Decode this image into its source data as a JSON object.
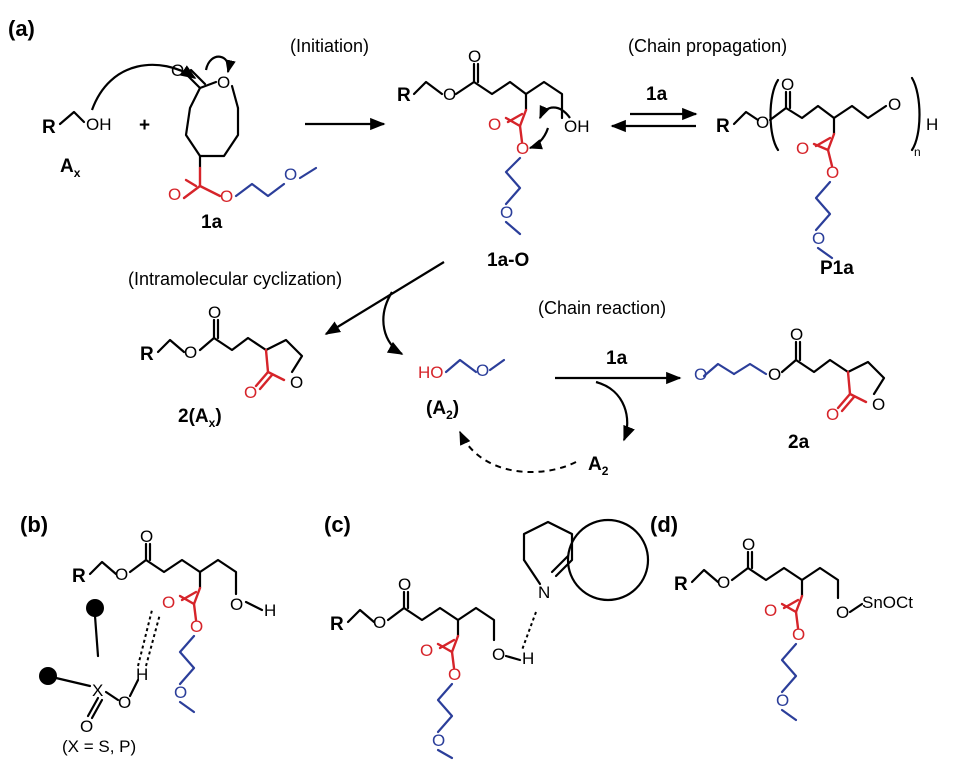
{
  "panels": {
    "a": "(a)",
    "b": "(b)",
    "c": "(c)",
    "d": "(d)"
  },
  "stages": {
    "initiation": "(Initiation)",
    "propagation": "(Chain propagation)",
    "cyclization": "(Intramolecular cyclization)",
    "chain_reaction": "(Chain reaction)"
  },
  "compounds": {
    "initiator": "A",
    "initiator_sub": "x",
    "monomer": "1a",
    "open": "1a-O",
    "polymer": "P1a",
    "cyclic_lactone": "2(A",
    "cyclic_lactone_sub": "x",
    "cyclic_lactone_end": ")",
    "alcohol": "(A",
    "alcohol_sub": "2",
    "alcohol_end": ")",
    "product": "2a",
    "regen": "A",
    "regen_sub": "2"
  },
  "arrow_labels": {
    "propagation_reagent": "1a",
    "chain_reagent": "1a"
  },
  "atoms": {
    "R": "R",
    "O": "O",
    "OH": "OH",
    "HO": "HO",
    "H": "H",
    "N": "N",
    "X": "X",
    "plus": "+",
    "n": "n",
    "SnOct": "SnOCt"
  },
  "notes": {
    "x_def": "(X = S, P)"
  },
  "colors": {
    "ester_red": "#d6242a",
    "ether_blue": "#2b3e9a",
    "black": "#000000"
  }
}
